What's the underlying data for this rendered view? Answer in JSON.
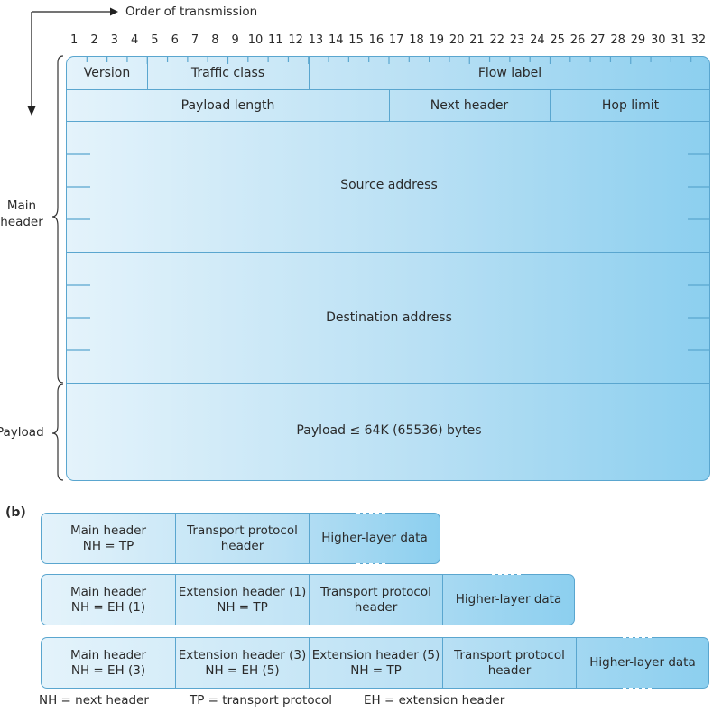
{
  "order_label": "Order of transmission",
  "bit_numbers": [
    "1",
    "2",
    "3",
    "4",
    "5",
    "6",
    "7",
    "8",
    "9",
    "10",
    "11",
    "12",
    "13",
    "14",
    "15",
    "16",
    "17",
    "18",
    "19",
    "20",
    "21",
    "22",
    "23",
    "24",
    "25",
    "26",
    "27",
    "28",
    "29",
    "30",
    "31",
    "32"
  ],
  "fields": {
    "version": "Version",
    "traffic_class": "Traffic class",
    "flow_label": "Flow label",
    "payload_length": "Payload length",
    "next_header": "Next header",
    "hop_limit": "Hop limit",
    "source_address": "Source address",
    "destination_address": "Destination address",
    "payload": "Payload ≤ 64K (65536) bytes"
  },
  "side_labels": {
    "main_header_line1": "Main",
    "main_header_line2": "header",
    "payload": "Payload"
  },
  "part_b_label": "(b)",
  "chains": [
    {
      "segments": [
        {
          "line1": "Main header",
          "line2": "NH = TP"
        },
        {
          "line1": "Transport protocol",
          "line2": "header"
        },
        {
          "line1": "Higher-layer data",
          "line2": ""
        }
      ]
    },
    {
      "segments": [
        {
          "line1": "Main header",
          "line2": "NH = EH (1)"
        },
        {
          "line1": "Extension header (1)",
          "line2": "NH = TP"
        },
        {
          "line1": "Transport protocol",
          "line2": "header"
        },
        {
          "line1": "Higher-layer data",
          "line2": ""
        }
      ]
    },
    {
      "segments": [
        {
          "line1": "Main header",
          "line2": "NH = EH (3)"
        },
        {
          "line1": "Extension header (3)",
          "line2": "NH = EH (5)"
        },
        {
          "line1": "Extension header (5)",
          "line2": "NH = TP"
        },
        {
          "line1": "Transport protocol",
          "line2": "header"
        },
        {
          "line1": "Higher-layer data",
          "line2": ""
        }
      ]
    }
  ],
  "legend": {
    "nh": "NH = next header",
    "tp": "TP = transport protocol",
    "eh": "EH = extension header"
  }
}
